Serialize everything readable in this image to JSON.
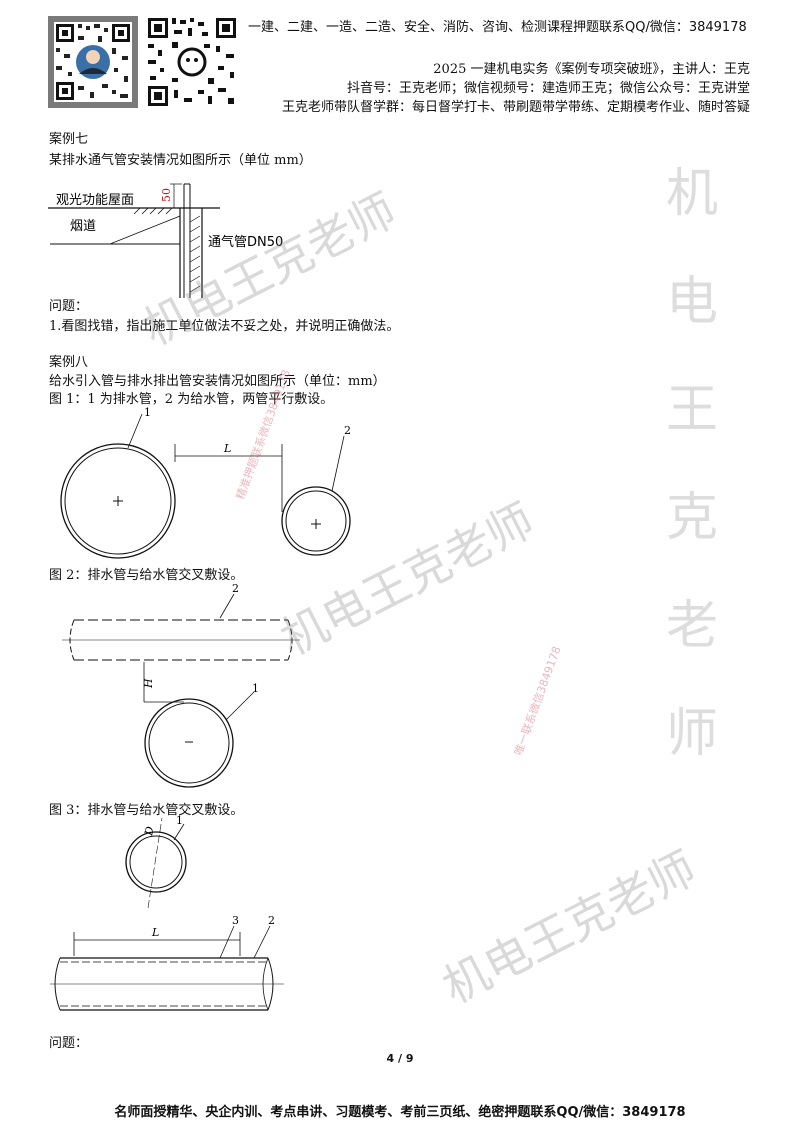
{
  "header": {
    "top_line": "一建、二建、一造、二造、安全、消防、咨询、检测课程押题联系QQ/微信：3849178",
    "course_line": "2025 一建机电实务《案例专项突破班》，主讲人：王克",
    "social_line": "抖音号：王克老师；微信视频号：建造师王克；微信公众号：王克讲堂",
    "group_line": "王克老师带队督学群：每日督学打卡、带刷题带学带练、定期模考作业、随时答疑"
  },
  "case7": {
    "title": "案例七",
    "desc": "某排水通气管安装情况如图所示（单位 mm）",
    "fig": {
      "roof_label": "观光功能屋面",
      "flue_label": "烟道",
      "pipe_label": "通气管DN50",
      "dim_label": "50"
    },
    "question_heading": "问题：",
    "question_1": "1.看图找错，指出施工单位做法不妥之处，并说明正确做法。"
  },
  "case8": {
    "title": "案例八",
    "desc": "给水引入管与排水排出管安装情况如图所示（单位：mm）",
    "fig1_caption": "图 1：1 为排水管，2 为给水管，两管平行敷设。",
    "fig1": {
      "label_1": "1",
      "label_2": "2",
      "dim_L": "L"
    },
    "fig2_caption": "图 2：排水管与给水管交叉敷设。",
    "fig2": {
      "label_1": "1",
      "label_2": "2",
      "dim_H": "H"
    },
    "fig3_caption": "图 3：排水管与给水管交叉敷设。",
    "fig3": {
      "label_1": "1",
      "label_2": "2",
      "label_3": "3",
      "dim_D": "D",
      "dim_L": "L"
    },
    "question_heading": "问题："
  },
  "page_number": "4 / 9",
  "watermarks": {
    "main": "机电王克老师",
    "vertical": [
      "机",
      "电",
      "王",
      "克",
      "老",
      "师"
    ],
    "small": "唯一联系微信3849178",
    "small2": "精准押题联系微信3849178"
  },
  "footer": "名师面授精华、央企内训、考点串讲、习题模考、考前三页纸、绝密押题联系QQ/微信：3849178"
}
